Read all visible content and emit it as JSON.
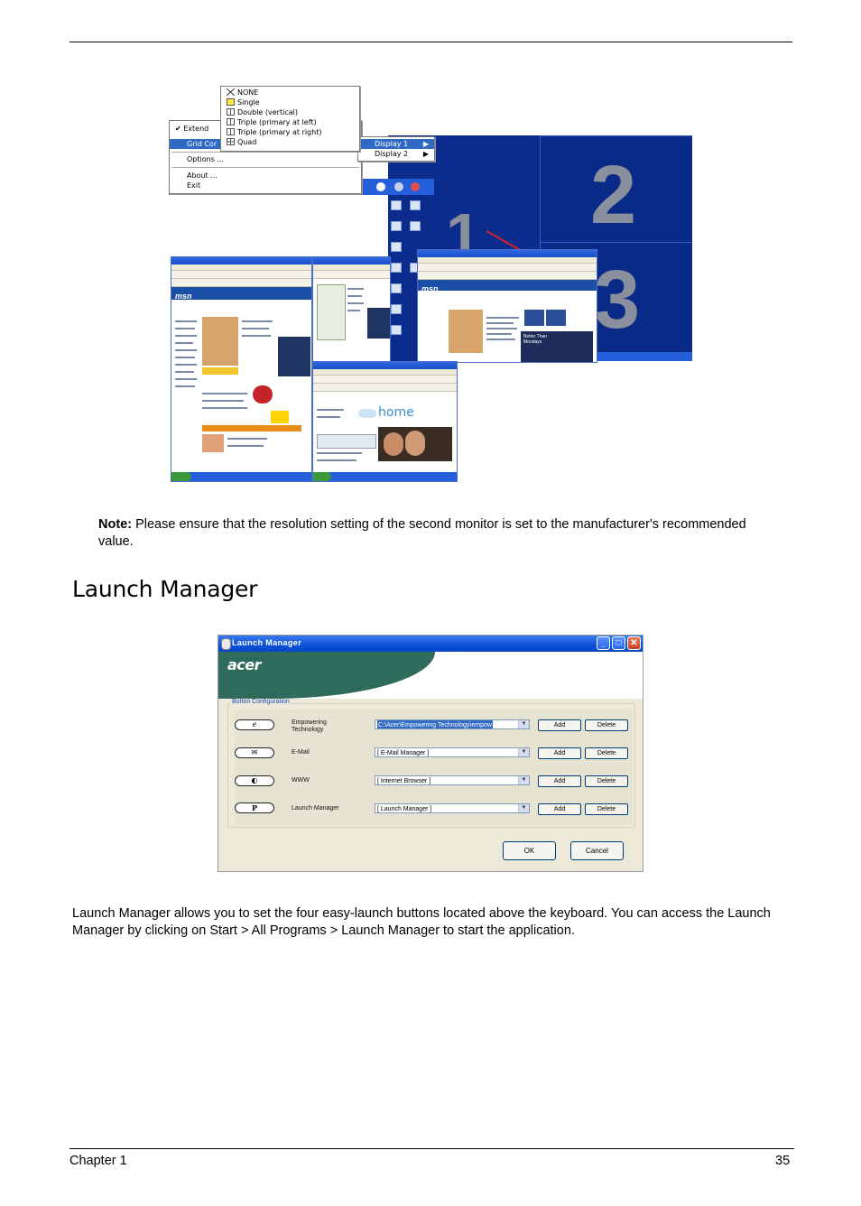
{
  "figure": {
    "menu": {
      "items": [
        "Extend",
        "Grid Cor",
        "Options ...",
        "About ...",
        "Exit"
      ],
      "selected_index": 1
    },
    "submenu": {
      "items": [
        "Display 1",
        "Display 2"
      ]
    },
    "grid_menu": {
      "items": [
        "NONE",
        "Single",
        "Double (vertical)",
        "Triple (primary at left)",
        "Triple (primary at right)",
        "Quad"
      ]
    },
    "display_numbers": [
      "1",
      "2",
      "3"
    ],
    "browser_logos": [
      "msn",
      "msn",
      "home",
      "Better Than Mondays"
    ]
  },
  "note": {
    "label": "Note:",
    "text": "Please ensure that the resolution setting of the second monitor is set to the manufacturer's recommended value."
  },
  "section_title": "Launch Manager",
  "dialog": {
    "title": "Launch Manager",
    "brand": "acer",
    "group_label": "Button Configuration",
    "rows": [
      {
        "key": "e",
        "label": "Empowering Technology",
        "value": "C:\\Acer\\Empowering Technology\\empow"
      },
      {
        "key": "✉",
        "label": "E-Mail",
        "value": "[ E-Mail Manager ]"
      },
      {
        "key": "◐",
        "label": "WWW",
        "value": "[ Internet Browser ]"
      },
      {
        "key": "P",
        "label": "Launch Manager",
        "value": "[ Launch Manager ]"
      }
    ],
    "add_label": "Add",
    "delete_label": "Delete",
    "ok_label": "OK",
    "cancel_label": "Cancel"
  },
  "paragraph": "Launch Manager allows you to set the four easy-launch buttons located above the keyboard. You can access the Launch Manager by clicking on Start > All Programs > Launch Manager to start the application.",
  "footer": {
    "chapter": "Chapter 1",
    "page": "35"
  }
}
